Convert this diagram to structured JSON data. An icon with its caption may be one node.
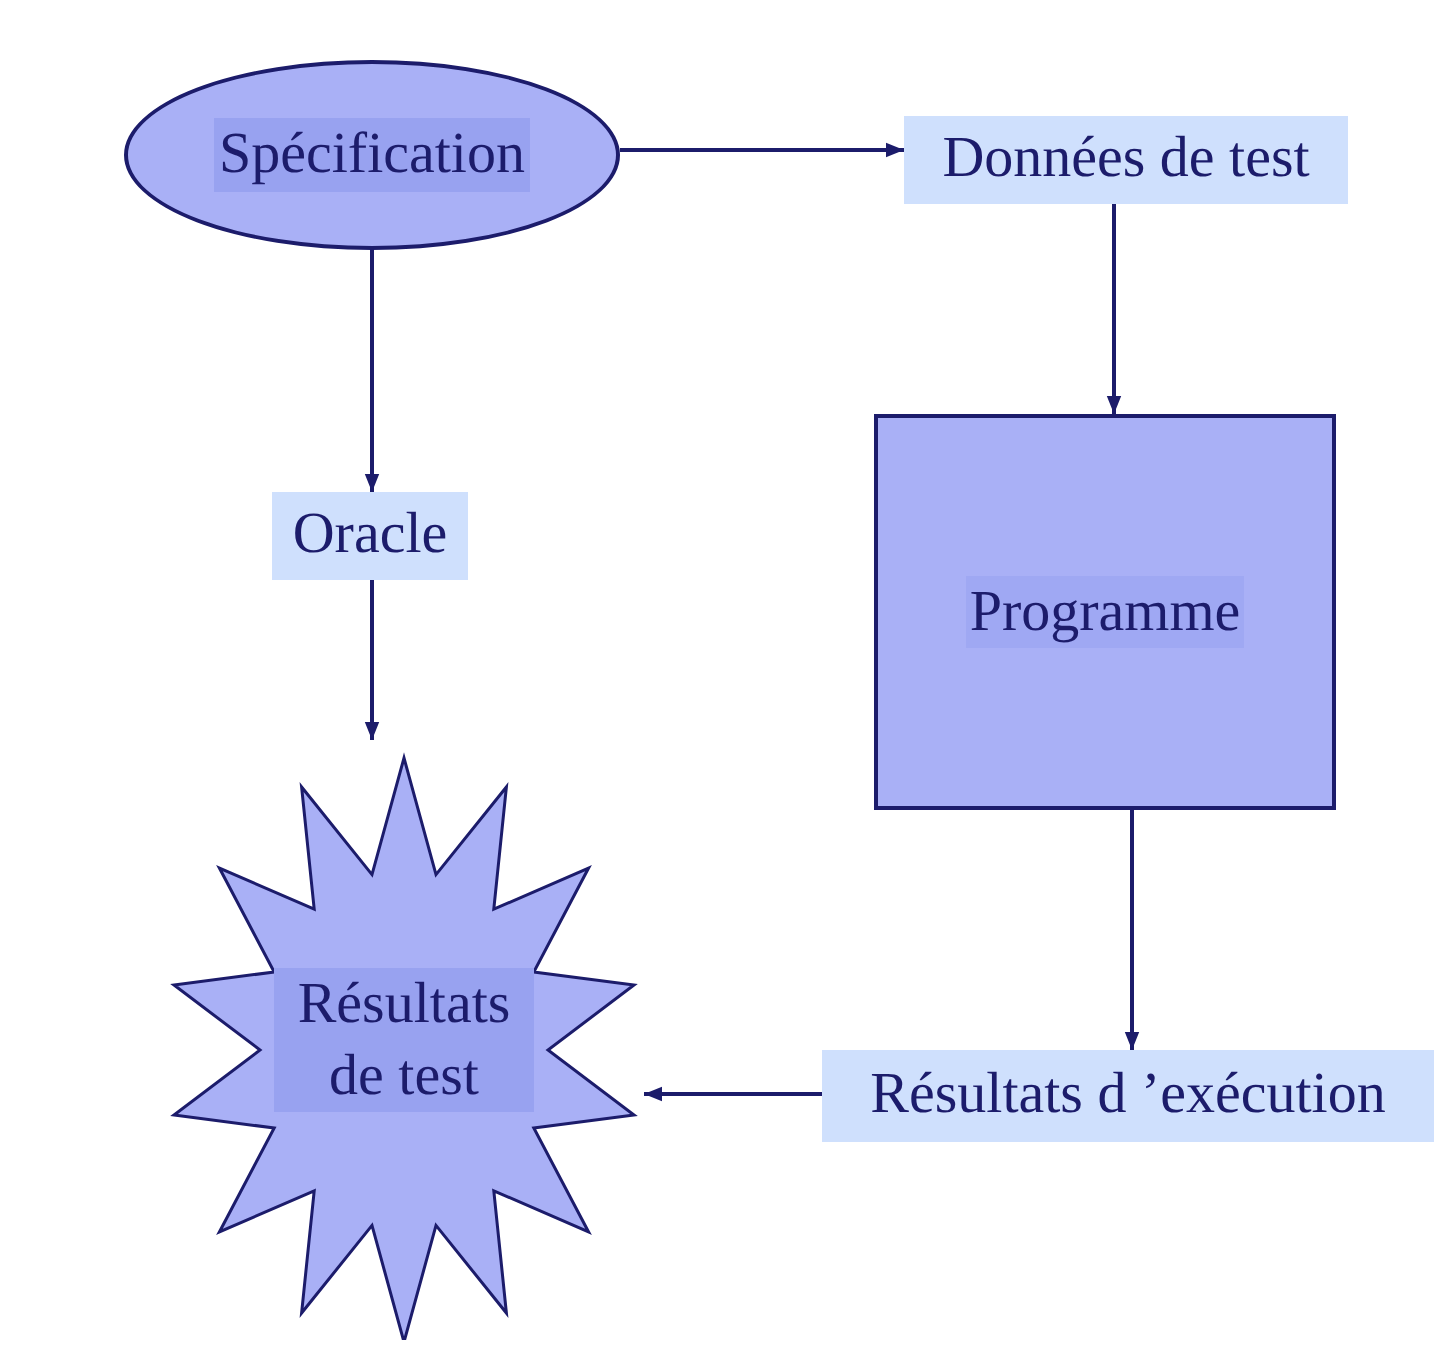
{
  "diagram": {
    "nodes": [
      {
        "text": [
          "Spécification"
        ]
      },
      {
        "text": [
          "Données de test"
        ]
      },
      {
        "text": [
          "Programme"
        ]
      },
      {
        "text": [
          "Oracle"
        ]
      },
      {
        "text": [
          "Résultats de test"
        ]
      },
      {
        "text": [
          "Résultats d ’exécution"
        ]
      }
    ],
    "edges": [
      {
        "from": 0,
        "to": 1,
        "arrow": "to"
      },
      {
        "from": 1,
        "to": 2,
        "arrow": "to"
      },
      {
        "from": 0,
        "to": 3,
        "arrow": "to"
      },
      {
        "from": 3,
        "to": 4,
        "arrow": "to"
      },
      {
        "from": 2,
        "to": 5,
        "arrow": "to"
      },
      {
        "from": 5,
        "to": 4,
        "arrow": "to"
      }
    ]
  }
}
